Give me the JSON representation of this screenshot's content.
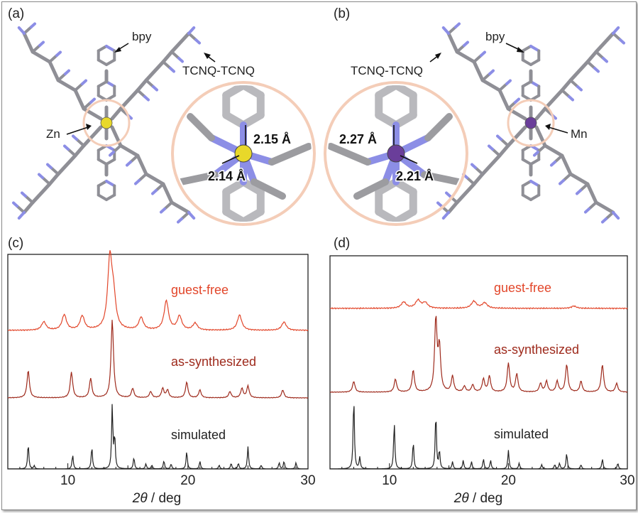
{
  "panels": {
    "a": {
      "tag": "(a)",
      "labels": {
        "bpy": "bpy",
        "tcnq": "TCNQ-TCNQ",
        "metal": "Zn"
      },
      "distances": [
        "2.15 Å",
        "2.14 Å"
      ],
      "metal_color": "#e8d82a"
    },
    "b": {
      "tag": "(b)",
      "labels": {
        "bpy": "bpy",
        "tcnq": "TCNQ-TCNQ",
        "metal": "Mn"
      },
      "distances": [
        "2.27 Å",
        "2.21 Å"
      ],
      "metal_color": "#6a3e9a"
    },
    "c": {
      "tag": "(c)"
    },
    "d": {
      "tag": "(d)"
    }
  },
  "colors": {
    "guest_free": "#e2462a",
    "as_synthesized": "#9e2a1c",
    "simulated": "#222222",
    "carbon": "#8f8f96",
    "nitrogen": "#8c8ee6",
    "halo": "#f4cdb8"
  },
  "chart_data": [
    {
      "type": "line",
      "panel": "c",
      "xlabel": "2θ / deg",
      "xlim": [
        5,
        30
      ],
      "xticks": [
        10,
        20,
        30
      ],
      "series": [
        {
          "name": "guest-free",
          "peaks": [
            [
              8.0,
              0.12
            ],
            [
              9.7,
              0.22
            ],
            [
              11.2,
              0.2
            ],
            [
              13.5,
              1.0
            ],
            [
              13.8,
              0.4
            ],
            [
              16.1,
              0.18
            ],
            [
              18.2,
              0.42
            ],
            [
              19.3,
              0.2
            ],
            [
              20.6,
              0.1
            ],
            [
              24.3,
              0.22
            ],
            [
              28.0,
              0.12
            ]
          ]
        },
        {
          "name": "as-synthesized",
          "peaks": [
            [
              6.7,
              0.35
            ],
            [
              10.3,
              0.33
            ],
            [
              11.9,
              0.25
            ],
            [
              13.7,
              1.0
            ],
            [
              15.4,
              0.12
            ],
            [
              16.9,
              0.08
            ],
            [
              17.9,
              0.12
            ],
            [
              18.3,
              0.1
            ],
            [
              19.9,
              0.2
            ],
            [
              21.0,
              0.1
            ],
            [
              23.5,
              0.08
            ],
            [
              24.5,
              0.12
            ],
            [
              25.0,
              0.15
            ],
            [
              27.9,
              0.1
            ]
          ]
        },
        {
          "name": "simulated",
          "peaks": [
            [
              6.7,
              0.4
            ],
            [
              7.2,
              0.05
            ],
            [
              10.4,
              0.22
            ],
            [
              12.0,
              0.35
            ],
            [
              13.7,
              1.0
            ],
            [
              13.9,
              0.5
            ],
            [
              15.5,
              0.18
            ],
            [
              16.5,
              0.08
            ],
            [
              17.0,
              0.06
            ],
            [
              18.0,
              0.13
            ],
            [
              18.6,
              0.08
            ],
            [
              19.9,
              0.28
            ],
            [
              21.0,
              0.12
            ],
            [
              22.6,
              0.06
            ],
            [
              23.6,
              0.09
            ],
            [
              24.2,
              0.09
            ],
            [
              25.0,
              0.35
            ],
            [
              26.1,
              0.06
            ],
            [
              27.6,
              0.1
            ],
            [
              28.0,
              0.12
            ],
            [
              29.0,
              0.1
            ]
          ]
        }
      ]
    },
    {
      "type": "line",
      "panel": "d",
      "xlabel": "2θ / deg",
      "xlim": [
        5,
        30
      ],
      "xticks": [
        10,
        20,
        30
      ],
      "series": [
        {
          "name": "guest-free",
          "peaks": [
            [
              11.2,
              0.4
            ],
            [
              12.4,
              0.5
            ],
            [
              13.0,
              0.35
            ],
            [
              17.1,
              0.45
            ],
            [
              18.0,
              0.35
            ],
            [
              25.5,
              0.15
            ]
          ]
        },
        {
          "name": "as-synthesized",
          "peaks": [
            [
              7.0,
              0.15
            ],
            [
              10.5,
              0.18
            ],
            [
              12.0,
              0.3
            ],
            [
              13.9,
              1.0
            ],
            [
              14.2,
              0.6
            ],
            [
              15.3,
              0.22
            ],
            [
              16.3,
              0.08
            ],
            [
              17.0,
              0.1
            ],
            [
              17.9,
              0.18
            ],
            [
              18.4,
              0.22
            ],
            [
              20.0,
              0.4
            ],
            [
              20.7,
              0.25
            ],
            [
              22.7,
              0.12
            ],
            [
              23.2,
              0.15
            ],
            [
              24.1,
              0.15
            ],
            [
              24.9,
              0.38
            ],
            [
              26.1,
              0.15
            ],
            [
              27.9,
              0.38
            ],
            [
              29.1,
              0.12
            ]
          ]
        },
        {
          "name": "simulated",
          "peaks": [
            [
              7.0,
              1.0
            ],
            [
              7.5,
              0.16
            ],
            [
              10.4,
              0.65
            ],
            [
              12.0,
              0.38
            ],
            [
              13.9,
              0.78
            ],
            [
              14.2,
              0.25
            ],
            [
              15.3,
              0.1
            ],
            [
              16.2,
              0.12
            ],
            [
              16.9,
              0.1
            ],
            [
              17.9,
              0.14
            ],
            [
              18.5,
              0.12
            ],
            [
              20.0,
              0.26
            ],
            [
              20.9,
              0.08
            ],
            [
              22.8,
              0.06
            ],
            [
              23.9,
              0.06
            ],
            [
              24.3,
              0.08
            ],
            [
              24.9,
              0.22
            ],
            [
              26.1,
              0.06
            ],
            [
              27.9,
              0.14
            ],
            [
              29.2,
              0.08
            ]
          ]
        }
      ]
    }
  ]
}
